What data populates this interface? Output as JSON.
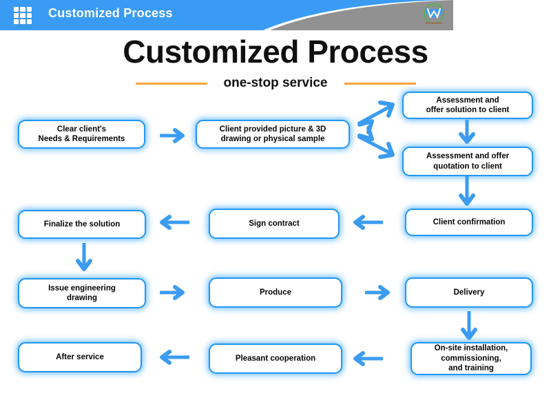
{
  "header": {
    "title": "Customized Process",
    "menu_icon": "grid-icon",
    "logo_icon": "company-logo-icon",
    "logo_caption": "▬▬▬▬▬▬",
    "blue": "#3A9BF4",
    "gray": "#919191"
  },
  "title": {
    "main": "Customized Process",
    "sub": "one-stop service",
    "rule_color": "#F5A33C"
  },
  "theme": {
    "node_border": "#2196f3",
    "node_glow": "#40a9ff",
    "arrow": "#3b9cf0",
    "node_fill": "#ffffff",
    "text": "#050505"
  },
  "flow": {
    "nodes": [
      {
        "id": "clear-needs",
        "lines": [
          "Clear client's",
          "Needs & Requirements"
        ]
      },
      {
        "id": "client-provided",
        "lines": [
          "Client provided picture & 3D",
          "drawing or physical sample"
        ]
      },
      {
        "id": "assessment-solution",
        "lines": [
          "Assessment and",
          "offer solution to client"
        ]
      },
      {
        "id": "assessment-quote",
        "lines": [
          "Assessment and offer",
          "quotation to client"
        ]
      },
      {
        "id": "client-confirmation",
        "lines": [
          "Client confirmation"
        ]
      },
      {
        "id": "sign-contract",
        "lines": [
          "Sign contract"
        ]
      },
      {
        "id": "finalize-solution",
        "lines": [
          "Finalize the solution"
        ]
      },
      {
        "id": "issue-drawing",
        "lines": [
          "Issue engineering",
          "drawing"
        ]
      },
      {
        "id": "produce",
        "lines": [
          "Produce"
        ]
      },
      {
        "id": "delivery",
        "lines": [
          "Delivery"
        ]
      },
      {
        "id": "onsite-install",
        "lines": [
          "On-site installation,",
          "commissioning,",
          "and training"
        ]
      },
      {
        "id": "pleasant-coop",
        "lines": [
          "Pleasant cooperation"
        ]
      },
      {
        "id": "after-service",
        "lines": [
          "After service"
        ]
      }
    ],
    "connectors": [
      {
        "id": "clear-needs-to-client-provided",
        "direction": "right"
      },
      {
        "id": "client-provided-to-assessment-solution",
        "direction": "up-right"
      },
      {
        "id": "client-provided-to-assessment-quote",
        "direction": "down-right"
      },
      {
        "id": "assessment-solution-to-assessment-quote",
        "direction": "down"
      },
      {
        "id": "assessment-quote-to-client-confirmation",
        "direction": "down"
      },
      {
        "id": "client-confirmation-to-sign-contract",
        "direction": "left"
      },
      {
        "id": "sign-contract-to-finalize-solution",
        "direction": "left"
      },
      {
        "id": "finalize-solution-to-issue-drawing",
        "direction": "down"
      },
      {
        "id": "issue-drawing-to-produce",
        "direction": "right"
      },
      {
        "id": "produce-to-delivery",
        "direction": "right"
      },
      {
        "id": "delivery-to-onsite-install",
        "direction": "down"
      },
      {
        "id": "onsite-install-to-pleasant-coop",
        "direction": "left"
      },
      {
        "id": "pleasant-coop-to-after-service",
        "direction": "left"
      }
    ]
  }
}
